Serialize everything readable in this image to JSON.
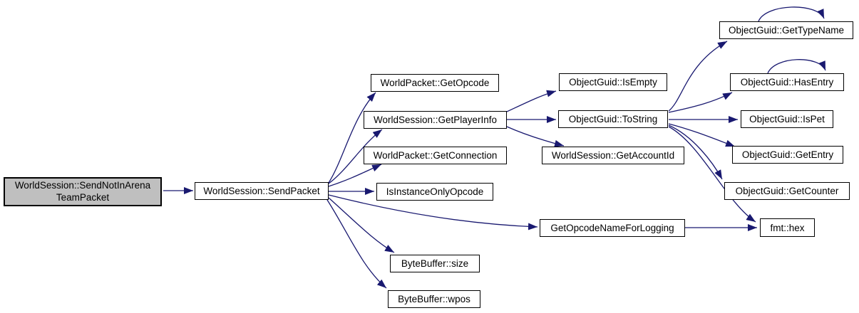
{
  "diagram": {
    "type": "doxygen-call-graph",
    "background_color": "#ffffff",
    "edge_color": "#191970",
    "node_fill": "#ffffff",
    "node_border_color": "#000000",
    "highlight_node_fill": "#bfbfbf",
    "nodes": {
      "send_not_in_arena_team_packet_line1": "WorldSession::SendNotInArena",
      "send_not_in_arena_team_packet_line2": "TeamPacket",
      "send_packet": "WorldSession::SendPacket",
      "get_opcode": "WorldPacket::GetOpcode",
      "get_player_info": "WorldSession::GetPlayerInfo",
      "get_connection": "WorldPacket::GetConnection",
      "is_instance_only_opcode": "IsInstanceOnlyOpcode",
      "get_opcode_name_for_logging": "GetOpcodeNameForLogging",
      "bytebuffer_size": "ByteBuffer::size",
      "bytebuffer_wpos": "ByteBuffer::wpos",
      "is_empty": "ObjectGuid::IsEmpty",
      "to_string": "ObjectGuid::ToString",
      "get_account_id": "WorldSession::GetAccountId",
      "get_type_name": "ObjectGuid::GetTypeName",
      "has_entry": "ObjectGuid::HasEntry",
      "is_pet": "ObjectGuid::IsPet",
      "get_entry": "ObjectGuid::GetEntry",
      "get_counter": "ObjectGuid::GetCounter",
      "fmt_hex": "fmt::hex"
    },
    "edges": [
      {
        "from": "WorldSession::SendNotInArenaTeamPacket",
        "to": "WorldSession::SendPacket"
      },
      {
        "from": "WorldSession::SendPacket",
        "to": "WorldPacket::GetOpcode"
      },
      {
        "from": "WorldSession::SendPacket",
        "to": "WorldSession::GetPlayerInfo"
      },
      {
        "from": "WorldSession::SendPacket",
        "to": "WorldPacket::GetConnection"
      },
      {
        "from": "WorldSession::SendPacket",
        "to": "IsInstanceOnlyOpcode"
      },
      {
        "from": "WorldSession::SendPacket",
        "to": "GetOpcodeNameForLogging"
      },
      {
        "from": "WorldSession::SendPacket",
        "to": "ByteBuffer::size"
      },
      {
        "from": "WorldSession::SendPacket",
        "to": "ByteBuffer::wpos"
      },
      {
        "from": "WorldSession::GetPlayerInfo",
        "to": "ObjectGuid::IsEmpty"
      },
      {
        "from": "WorldSession::GetPlayerInfo",
        "to": "ObjectGuid::ToString"
      },
      {
        "from": "WorldSession::GetPlayerInfo",
        "to": "WorldSession::GetAccountId"
      },
      {
        "from": "ObjectGuid::ToString",
        "to": "ObjectGuid::GetTypeName"
      },
      {
        "from": "ObjectGuid::ToString",
        "to": "ObjectGuid::HasEntry"
      },
      {
        "from": "ObjectGuid::ToString",
        "to": "ObjectGuid::IsPet"
      },
      {
        "from": "ObjectGuid::ToString",
        "to": "ObjectGuid::GetEntry"
      },
      {
        "from": "ObjectGuid::ToString",
        "to": "ObjectGuid::GetCounter"
      },
      {
        "from": "ObjectGuid::ToString",
        "to": "fmt::hex"
      },
      {
        "from": "GetOpcodeNameForLogging",
        "to": "fmt::hex"
      },
      {
        "from": "ObjectGuid::GetTypeName",
        "to": "ObjectGuid::GetTypeName"
      },
      {
        "from": "ObjectGuid::HasEntry",
        "to": "ObjectGuid::HasEntry"
      }
    ]
  }
}
